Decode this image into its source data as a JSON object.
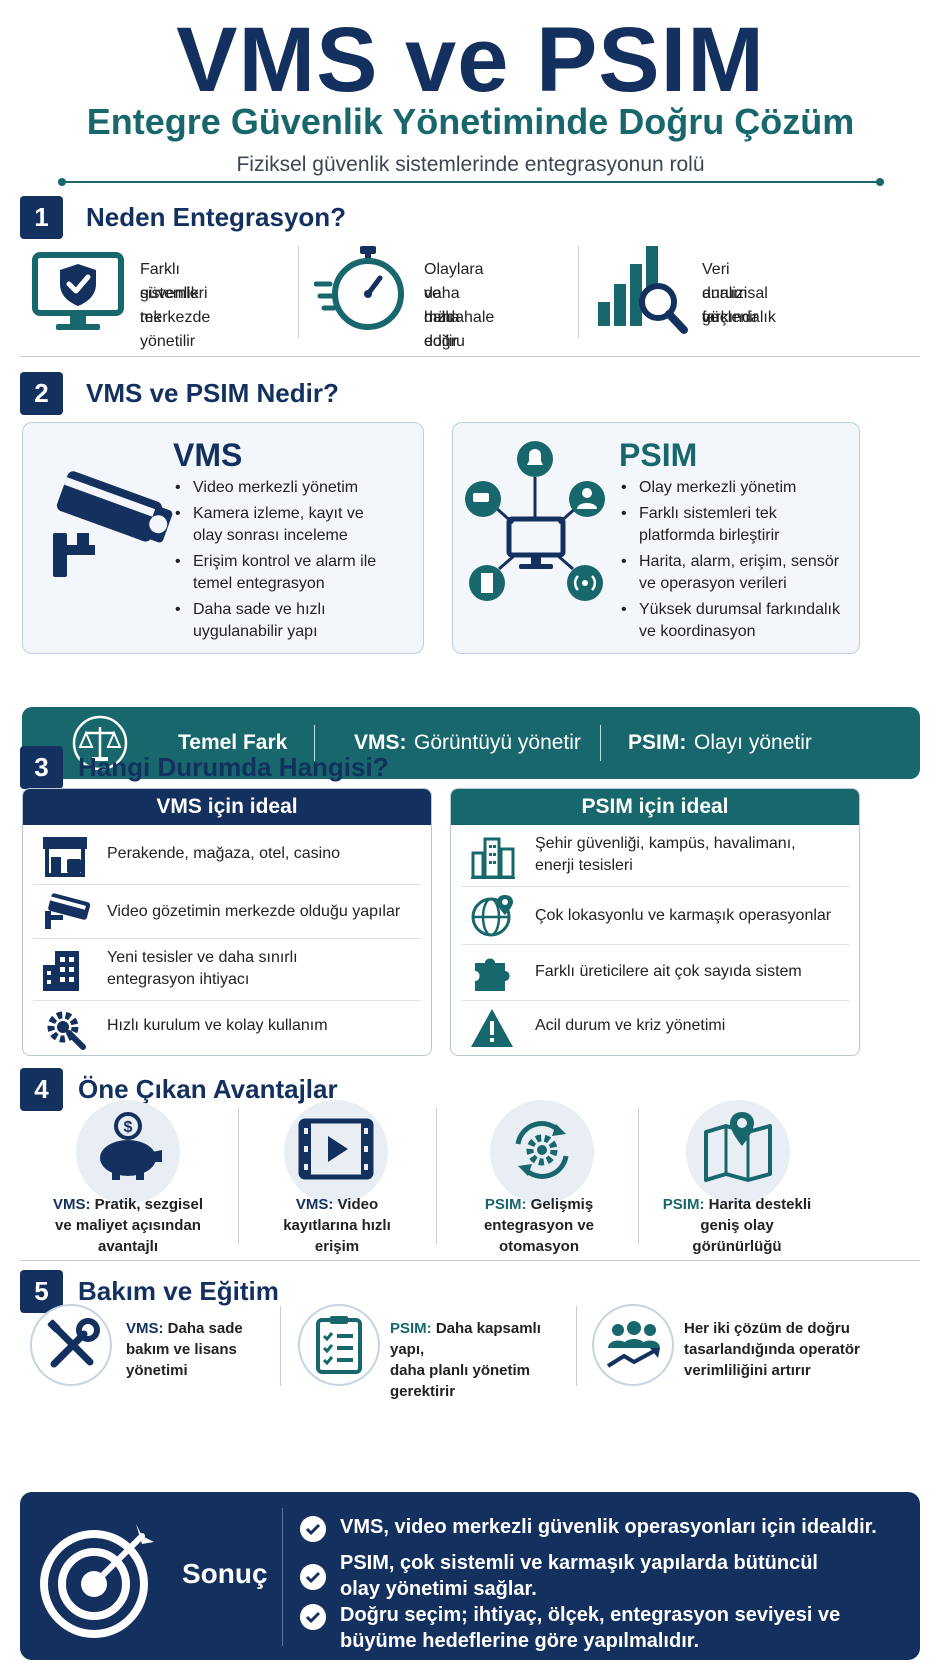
{
  "header": {
    "title": "VMS ve PSIM",
    "subtitle": "Entegre Güvenlik Yönetiminde Doğru Çözüm",
    "tagline": "Fiziksel güvenlik sistemlerinde entegrasyonun rolü"
  },
  "sections": {
    "s1": {
      "num": "1",
      "title": "Neden Entegrasyon?",
      "items": [
        {
          "icon": "shield-monitor-icon",
          "l1": "Farklı güvenlik",
          "l2": "sistemleri tek",
          "l3": "merkezde yönetilir"
        },
        {
          "icon": "stopwatch-icon",
          "l1": "Olaylara daha hızlı",
          "l2": "ve daha doğru",
          "l3": "müdahale edilir"
        },
        {
          "icon": "chart-magnifier-icon",
          "l1": "Veri analizi ve",
          "l2": "durumsal farkındalık",
          "l3": "güçlenir"
        }
      ]
    },
    "s2": {
      "num": "2",
      "title": "VMS ve PSIM Nedir?",
      "vms": {
        "title": "VMS",
        "icon": "security-camera-icon",
        "bullets": [
          [
            "Video merkezli yönetim"
          ],
          [
            "Kamera izleme, kayıt ve",
            "olay sonrası inceleme"
          ],
          [
            "Erişim kontrol ve alarm ile",
            "temel entegrasyon"
          ],
          [
            "Daha sade ve hızlı",
            "uygulanabilir yapı"
          ]
        ]
      },
      "psim": {
        "title": "PSIM",
        "icon": "network-hub-icon",
        "bullets": [
          [
            "Olay merkezli yönetim"
          ],
          [
            "Farklı sistemleri tek",
            "platformda birleştirir"
          ],
          [
            "Harita, alarm, erişim, sensör",
            "ve operasyon verileri"
          ],
          [
            "Yüksek durumsal farkındalık",
            "ve koordinasyon"
          ]
        ]
      },
      "banner": {
        "icon": "scales-icon",
        "key": "Temel Fark",
        "vms_label": "VMS:",
        "vms_text": "Görüntüyü yönetir",
        "psim_label": "PSIM:",
        "psim_text": "Olayı yönetir"
      }
    },
    "s3": {
      "num": "3",
      "title": "Hangi Durumda Hangisi?",
      "vms": {
        "head": "VMS için ideal",
        "rows": [
          {
            "icon": "store-icon",
            "l1": "Perakende, mağaza, otel, casino",
            "l2": ""
          },
          {
            "icon": "camera-icon",
            "l1": "Video gözetimin merkezde olduğu yapılar",
            "l2": ""
          },
          {
            "icon": "building-icon",
            "l1": "Yeni tesisler ve daha sınırlı",
            "l2": "entegrasyon ihtiyacı"
          },
          {
            "icon": "gear-wrench-icon",
            "l1": "Hızlı kurulum ve kolay kullanım",
            "l2": ""
          }
        ]
      },
      "psim": {
        "head": "PSIM için ideal",
        "rows": [
          {
            "icon": "city-icon",
            "l1": "Şehir güvenliği, kampüs, havalimanı,",
            "l2": "enerji tesisleri"
          },
          {
            "icon": "globe-pin-icon",
            "l1": "Çok lokasyonlu ve karmaşık operasyonlar",
            "l2": ""
          },
          {
            "icon": "puzzle-icon",
            "l1": "Farklı üreticilere ait çok sayıda sistem",
            "l2": ""
          },
          {
            "icon": "warning-icon",
            "l1": "Acil durum ve kriz yönetimi",
            "l2": ""
          }
        ]
      }
    },
    "s4": {
      "num": "4",
      "title": "Öne Çıkan Avantajlar",
      "items": [
        {
          "icon": "piggy-bank-icon",
          "label": "VMS:",
          "t1": " Pratik, sezgisel",
          "t2": "ve maliyet açısından",
          "t3": "avantajlı",
          "teal": false
        },
        {
          "icon": "video-play-icon",
          "label": "VMS:",
          "t1": " Video",
          "t2": "kayıtlarına hızlı",
          "t3": "erişim",
          "teal": false
        },
        {
          "icon": "cog-cycle-icon",
          "label": "PSIM:",
          "t1": " Gelişmiş",
          "t2": "entegrasyon ve",
          "t3": "otomasyon",
          "teal": true
        },
        {
          "icon": "map-pin-icon",
          "label": "PSIM:",
          "t1": " Harita destekli",
          "t2": "geniş olay",
          "t3": "görünürlüğü",
          "teal": true
        }
      ]
    },
    "s5": {
      "num": "5",
      "title": "Bakım ve Eğitim",
      "items": [
        {
          "icon": "tools-icon",
          "label": "VMS:",
          "t1": " Daha sade",
          "t2": "bakım ve lisans",
          "t3": "yönetimi",
          "teal": false
        },
        {
          "icon": "checklist-icon",
          "label": "PSIM:",
          "t1": " Daha kapsamlı yapı,",
          "t2": "daha planlı yönetim",
          "t3": "gerektirir",
          "teal": true
        },
        {
          "icon": "team-growth-icon",
          "label": "",
          "t1": "Her iki çözüm de doğru",
          "t2": "tasarlandığında operatör",
          "t3": "verimliliğini artırır",
          "teal": false
        }
      ]
    }
  },
  "conclusion": {
    "icon": "target-icon",
    "title": "Sonuç",
    "points": [
      [
        "VMS, video merkezli güvenlik operasyonları için idealdir."
      ],
      [
        "PSIM, çok sistemli ve karmaşık yapılarda bütüncül",
        "olay yönetimi sağlar."
      ],
      [
        "Doğru seçim; ihtiyaç, ölçek, entegrasyon seviyesi ve",
        "büyüme hedeflerine göre yapılmalıdır."
      ]
    ]
  },
  "colors": {
    "navy": "#13305f",
    "teal": "#17676c",
    "card_bg": "#f3f7fb"
  }
}
